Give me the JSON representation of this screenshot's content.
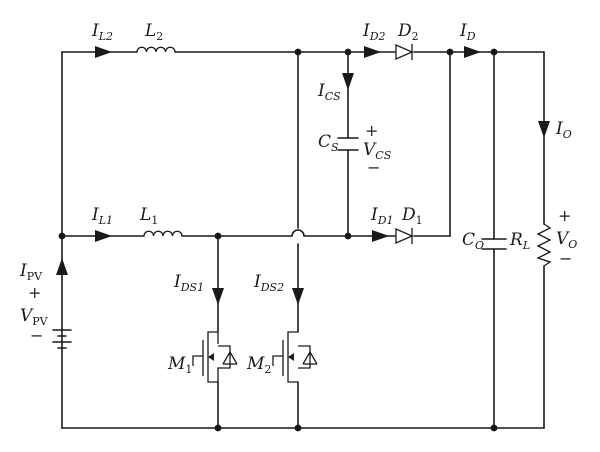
{
  "labels": {
    "il2": {
      "main": "I",
      "sub": "L2"
    },
    "l2": {
      "main": "L",
      "sub": "2"
    },
    "id2": {
      "main": "I",
      "sub": "D2"
    },
    "d2": {
      "main": "D",
      "sub": "2"
    },
    "id": {
      "main": "I",
      "sub": "D"
    },
    "ics": {
      "main": "I",
      "sub": "CS"
    },
    "io": {
      "main": "I",
      "sub": "O"
    },
    "cs": {
      "main": "C",
      "sub": "S"
    },
    "vcs": {
      "main": "V",
      "sub": "CS",
      "plus": "+",
      "minus": "−"
    },
    "il1": {
      "main": "I",
      "sub": "L1"
    },
    "l1": {
      "main": "L",
      "sub": "1"
    },
    "id1": {
      "main": "I",
      "sub": "D1"
    },
    "d1": {
      "main": "D",
      "sub": "1"
    },
    "co": {
      "main": "C",
      "sub": "O"
    },
    "rl": {
      "main": "R",
      "sub": "L"
    },
    "vo": {
      "main": "V",
      "sub": "O",
      "plus": "+",
      "minus": "−"
    },
    "ipv": {
      "main": "I",
      "sub": "PV"
    },
    "vpv": {
      "main": "V",
      "sub": "PV",
      "plus": "+",
      "minus": "−"
    },
    "ids1": {
      "main": "I",
      "sub": "DS1"
    },
    "ids2": {
      "main": "I",
      "sub": "DS2"
    },
    "m1": {
      "main": "M",
      "sub": "1"
    },
    "m2": {
      "main": "M",
      "sub": "2"
    }
  }
}
